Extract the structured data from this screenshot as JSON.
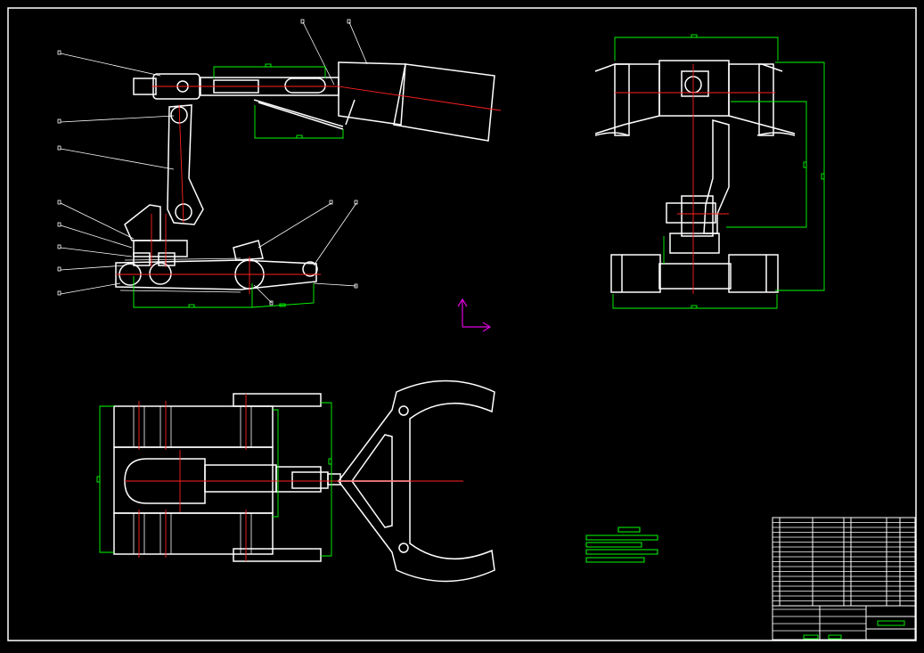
{
  "drawing": {
    "background": "#000000",
    "colors": {
      "outline": "#ffffff",
      "centerline": "#ff2020",
      "dimension": "#00ff00",
      "ucs": "#e000e0"
    },
    "views": [
      "side-elevation",
      "front-elevation",
      "top-plan"
    ],
    "title_block": {
      "rows": 18,
      "label_marks": [
        "",
        "",
        ""
      ]
    }
  }
}
